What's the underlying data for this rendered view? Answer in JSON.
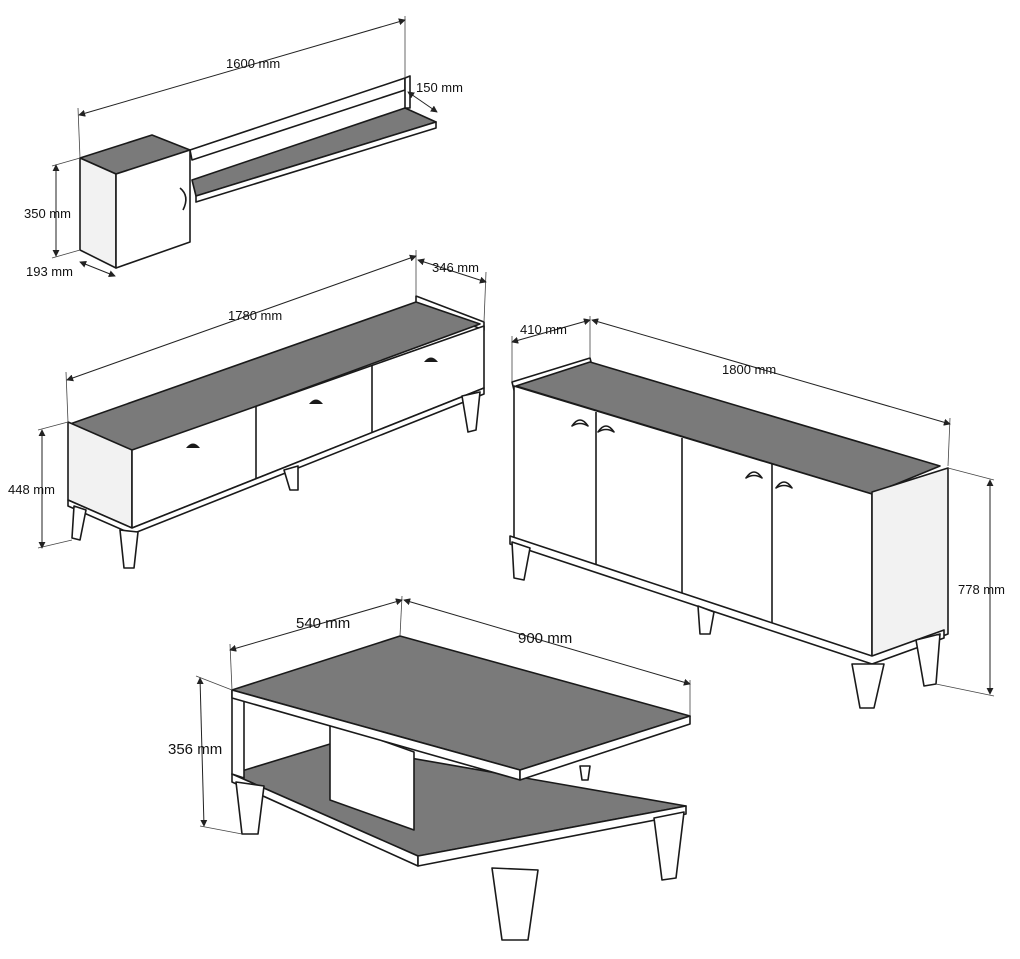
{
  "colors": {
    "line": "#1a1a1a",
    "front": "#ffffff",
    "side": "#f2f2f2",
    "top": "#7a7a7a"
  },
  "wall_shelf": {
    "width": "1600 mm",
    "shelf_depth": "150 mm",
    "cabinet_height": "350 mm",
    "cabinet_depth": "193 mm"
  },
  "tv_stand": {
    "width": "1780 mm",
    "depth": "346 mm",
    "height": "448 mm"
  },
  "sideboard": {
    "depth": "410 mm",
    "width": "1800 mm",
    "height": "778 mm"
  },
  "coffee_table": {
    "depth": "540 mm",
    "width": "900 mm",
    "height": "356 mm"
  }
}
